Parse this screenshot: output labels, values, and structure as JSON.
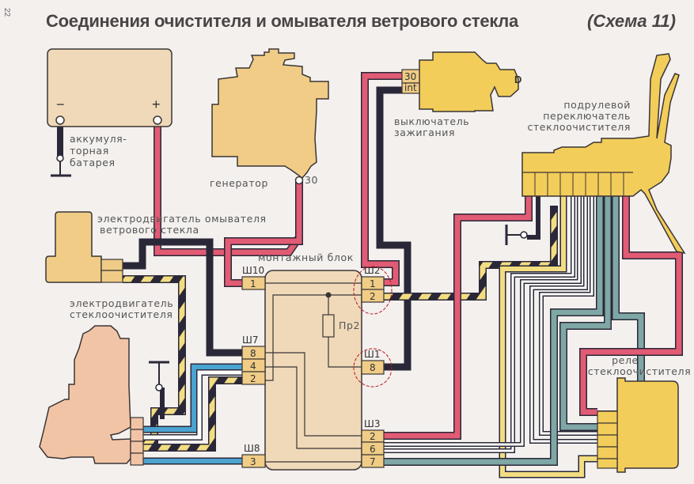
{
  "page_number": "22",
  "title": "Соединения очистителя и омывателя ветрового стекла",
  "scheme_label": "(Схема 11)",
  "colors": {
    "component_fill": "#f0cc86",
    "component_yellow": "#f3cd5a",
    "motor_fill": "#f2c4a6",
    "wire_red": "#e25b74",
    "wire_black": "#2a2838",
    "wire_yellow": "#f3dd82",
    "wire_blue": "#4aa3d0",
    "wire_gray": "#7fa7a5",
    "wire_white": "#ffffff",
    "highlight_circle": "#c0161c"
  },
  "components": {
    "battery": {
      "label_lines": [
        "аккумуля-",
        "торная",
        "батарея"
      ],
      "minus_sign": "−",
      "plus_sign": "+"
    },
    "generator": {
      "label": "генератор",
      "terminal": "30"
    },
    "ignition_switch": {
      "label_lines": [
        "выключатель",
        "зажигания"
      ],
      "terminals": [
        "30",
        "int"
      ]
    },
    "column_switch": {
      "label_lines": [
        "подрулевой",
        "переключатель",
        "стеклоочистителя"
      ]
    },
    "washer_motor": {
      "label_lines": [
        "электродвигатель омывателя",
        "ветрового стекла"
      ]
    },
    "wiper_motor": {
      "label_lines": [
        "электродвигатель",
        "стеклоочистителя"
      ]
    },
    "fuse_box": {
      "label": "монтажный блок",
      "fuse_label": "Пр2",
      "connectors": [
        {
          "name": "Ш10",
          "pins": [
            "1"
          ]
        },
        {
          "name": "Ш2",
          "pins": [
            "1",
            "2"
          ]
        },
        {
          "name": "Ш7",
          "pins": [
            "8",
            "4",
            "2"
          ]
        },
        {
          "name": "Ш1",
          "pins": [
            "8"
          ]
        },
        {
          "name": "Ш8",
          "pins": [
            "3"
          ]
        },
        {
          "name": "Ш3",
          "pins": [
            "2",
            "6",
            "7"
          ]
        }
      ]
    },
    "wiper_relay": {
      "label_lines": [
        "реле",
        "стеклоочистителя"
      ]
    }
  }
}
